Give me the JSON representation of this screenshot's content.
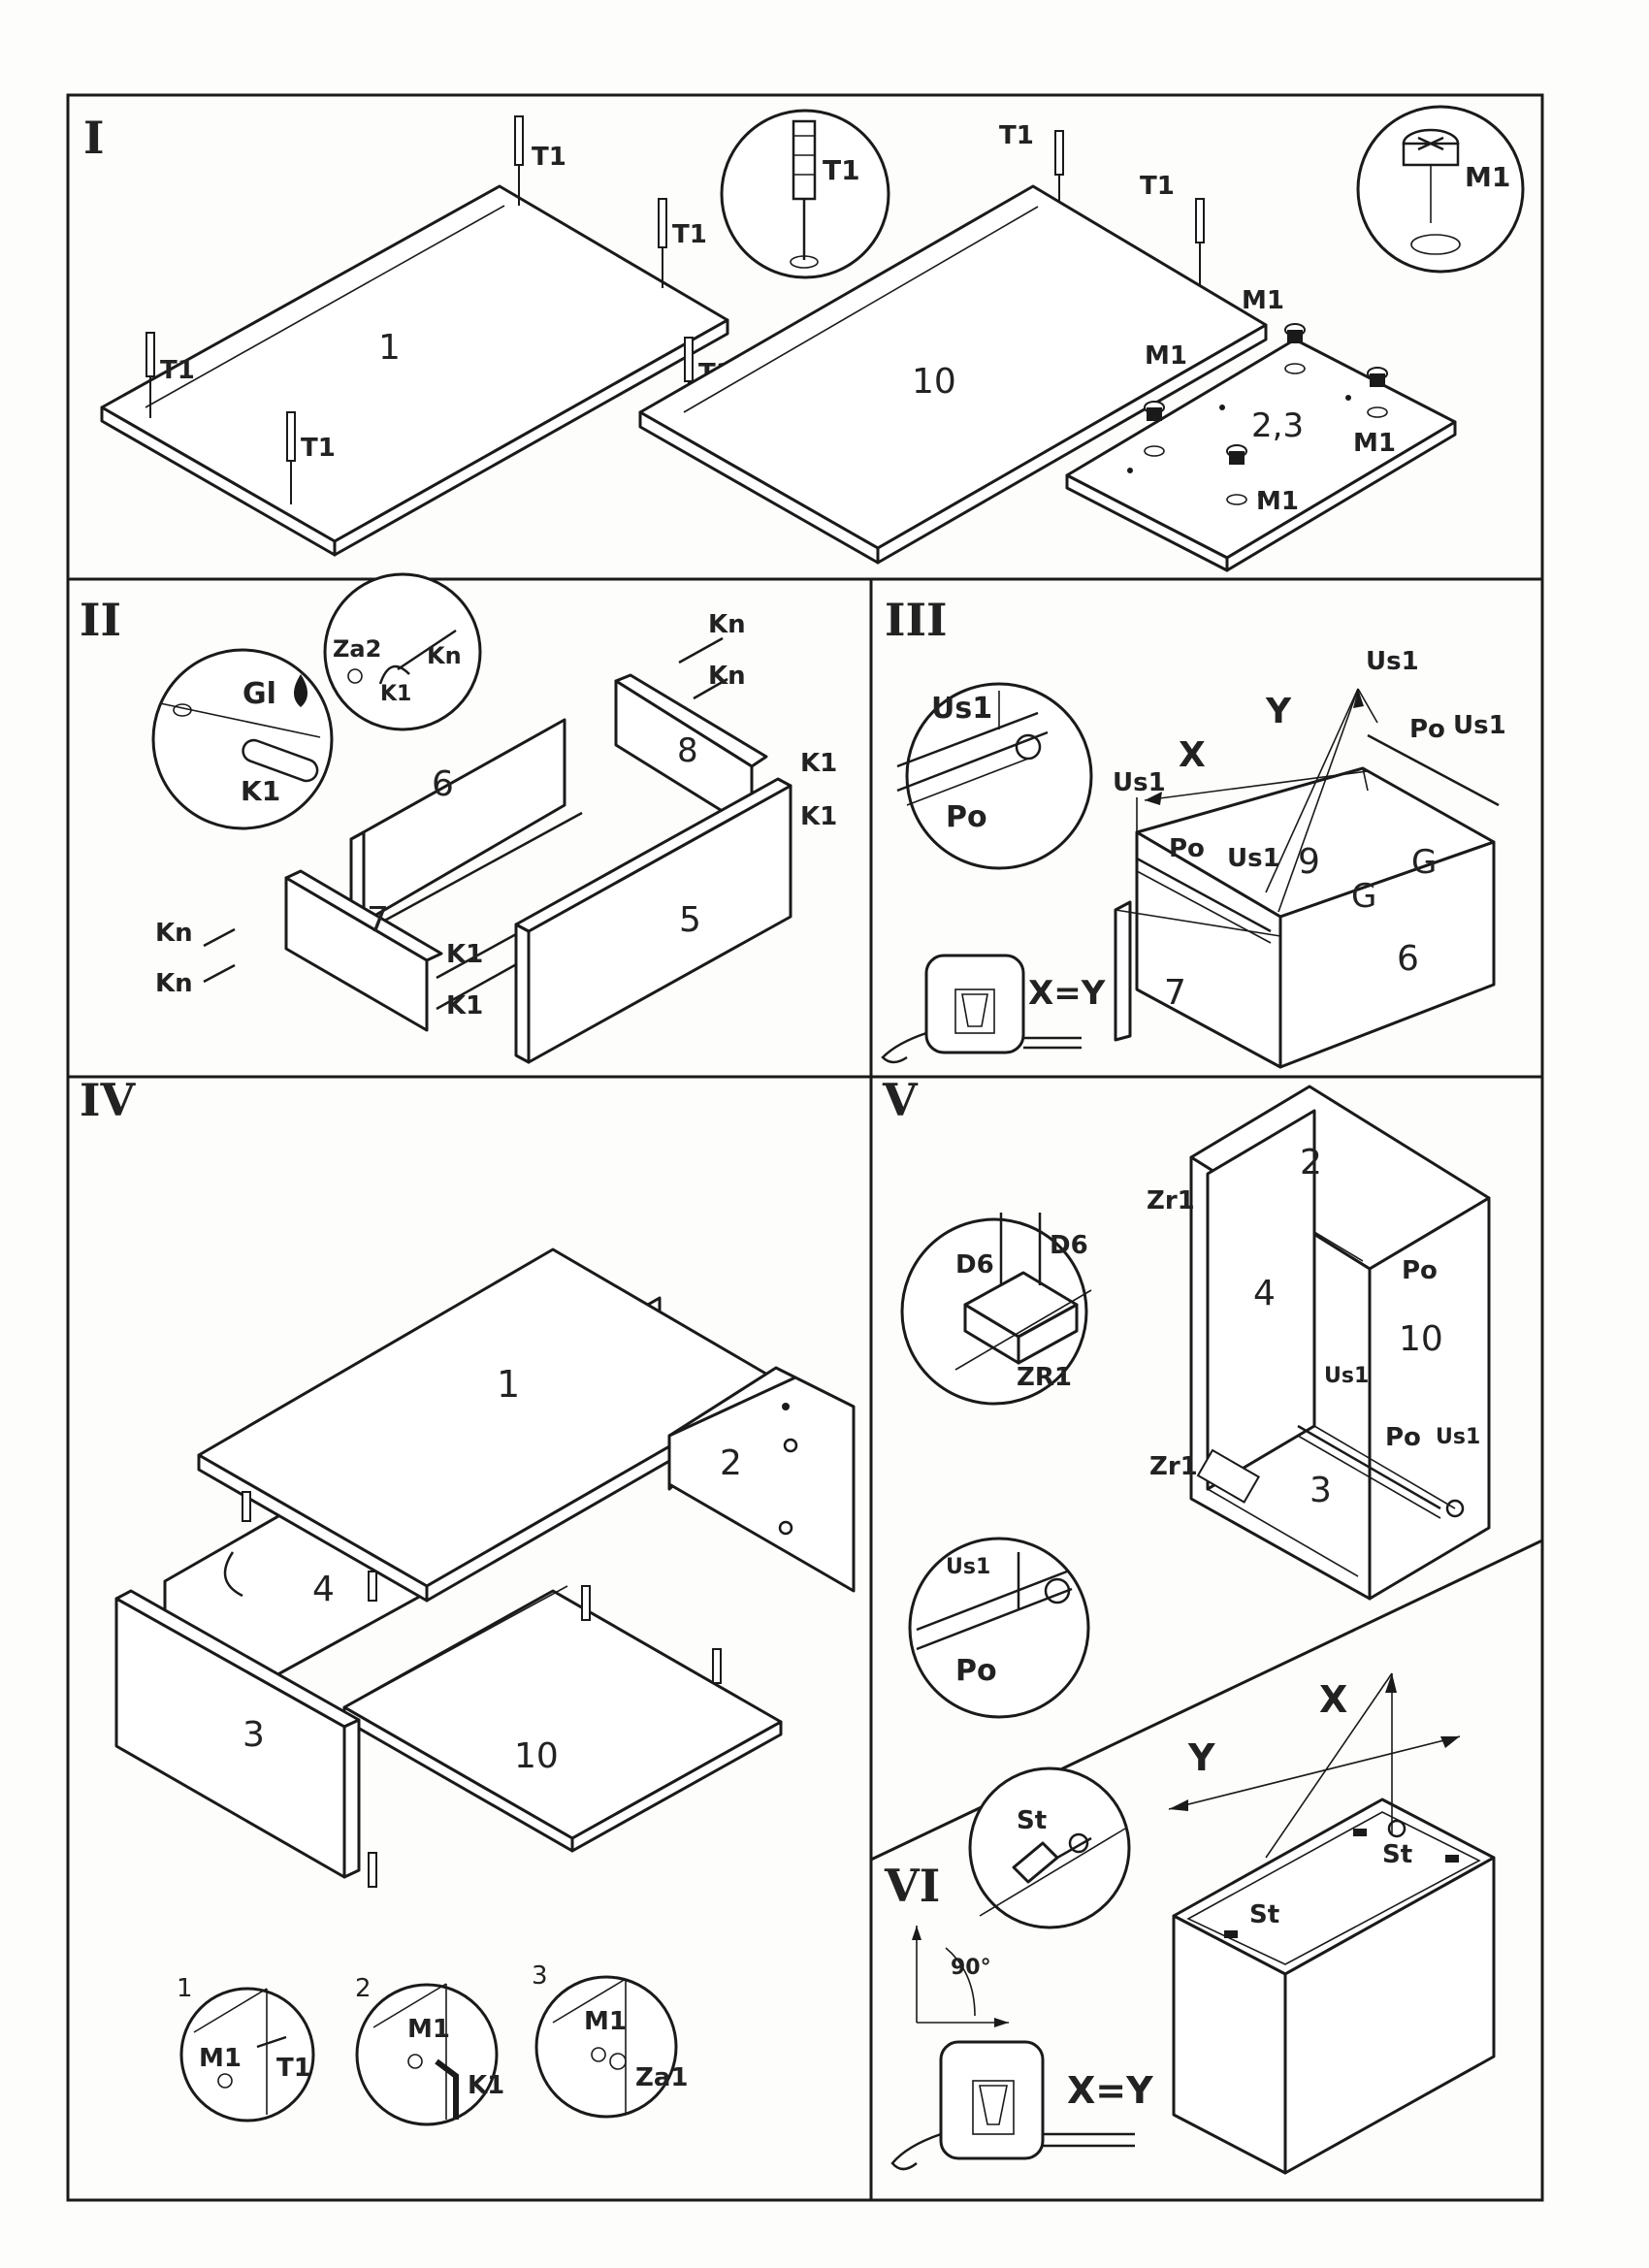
{
  "steps": {
    "s1": {
      "title": "I",
      "panels": [
        "1",
        "10",
        "2,3"
      ],
      "parts": [
        "T1",
        "M1"
      ]
    },
    "s2": {
      "title": "II",
      "panels": [
        "6",
        "8",
        "7",
        "5"
      ],
      "parts": [
        "Gl",
        "K1",
        "Za2",
        "Kn"
      ]
    },
    "s3": {
      "title": "III",
      "panels": [
        "9",
        "G",
        "6",
        "7"
      ],
      "parts": [
        "Us1",
        "Po",
        "X",
        "Y",
        "X=Y"
      ]
    },
    "s4": {
      "title": "IV",
      "panels": [
        "1",
        "2",
        "4",
        "3",
        "10"
      ],
      "details": [
        "1",
        "2",
        "3"
      ],
      "parts": [
        "M1",
        "T1",
        "K1",
        "Za1"
      ]
    },
    "s5": {
      "title": "V",
      "panels": [
        "2",
        "4",
        "10",
        "3"
      ],
      "parts": [
        "Zr1",
        "D6",
        "ZR1",
        "Po",
        "Us1"
      ]
    },
    "s6": {
      "title": "VI",
      "parts": [
        "St",
        "X",
        "Y",
        "X=Y",
        "90°"
      ]
    }
  }
}
